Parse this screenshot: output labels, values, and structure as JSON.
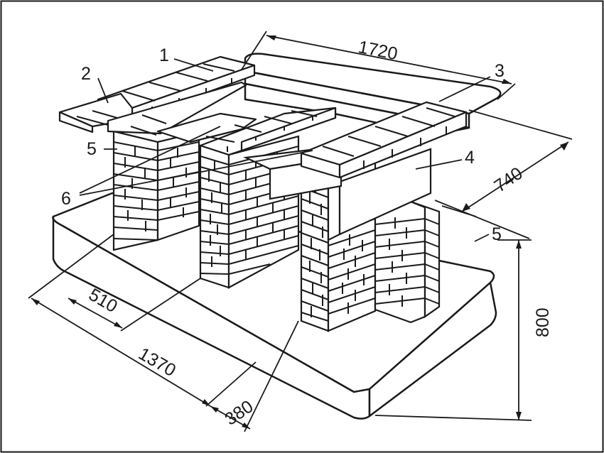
{
  "callouts": [
    "1",
    "2",
    "3",
    "4",
    "5",
    "5",
    "6"
  ],
  "dimensions": {
    "width_top": "1720",
    "depth_right": "740",
    "height": "800",
    "length_front": "1370",
    "pier_spacing": "510",
    "base_offset": "380"
  },
  "colors": {
    "stroke": "#1a1a1a",
    "fill": "#ffffff"
  }
}
